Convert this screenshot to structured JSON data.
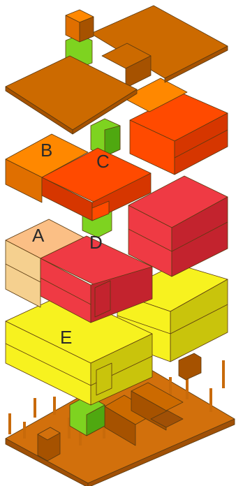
{
  "diagram": {
    "labels": {
      "a": "A",
      "b": "B",
      "c": "C",
      "d": "D",
      "e": "E"
    },
    "colors": {
      "roof_top": "#CC6A00",
      "roof_side": "#A65200",
      "orange_top": "#FF8800",
      "orange_side": "#E06F00",
      "red_orange_top": "#FF4A00",
      "red_orange_side": "#D63600",
      "red_top": "#EF3A44",
      "red_side": "#C3232E",
      "peach_top": "#FBBF85",
      "peach_side": "#F5D08F",
      "yellow_top": "#F7F21F",
      "yellow_side": "#C9C40C",
      "green_core": "#7ED320",
      "green_core_dark": "#4FA810",
      "base_top": "#D2700C",
      "base_side": "#A05006",
      "column": "#C86A0A"
    }
  }
}
